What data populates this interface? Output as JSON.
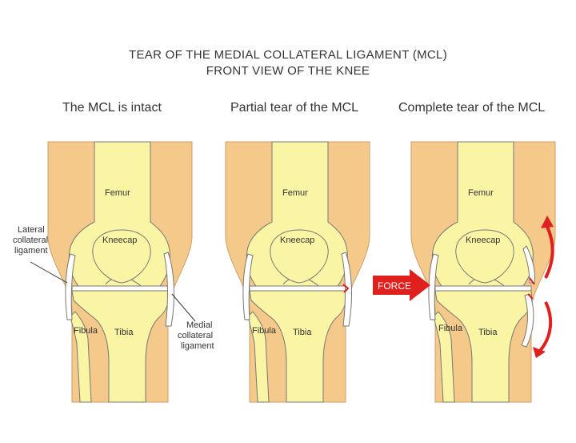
{
  "title": {
    "line1": "TEAR OF THE MEDIAL COLLATERAL LIGAMENT (MCL)",
    "line2": "FRONT VIEW OF THE KNEE"
  },
  "panels": [
    {
      "heading": "The MCL is intact",
      "labels": {
        "femur": "Femur",
        "kneecap": "Kneecap",
        "fibula": "Fibula",
        "tibia": "Tibia",
        "lateral_ligament": [
          "Lateral",
          "collateral",
          "ligament"
        ],
        "medial_ligament": [
          "Medial",
          "collateral",
          "ligament"
        ]
      }
    },
    {
      "heading": "Partial tear of the MCL",
      "labels": {
        "femur": "Femur",
        "kneecap": "Kneecap",
        "fibula": "Fibula",
        "tibia": "Tibia"
      }
    },
    {
      "heading": "Complete tear of the MCL",
      "labels": {
        "femur": "Femur",
        "kneecap": "Kneecap",
        "fibula": "Fibula",
        "tibia": "Tibia"
      }
    }
  ],
  "force_label": "FORCE",
  "colors": {
    "skin": "#f4c98a",
    "bone": "#f9f5a4",
    "bone_outline": "#777777",
    "ligament": "#ffffff",
    "tear": "#e0201c",
    "text": "#333333"
  }
}
